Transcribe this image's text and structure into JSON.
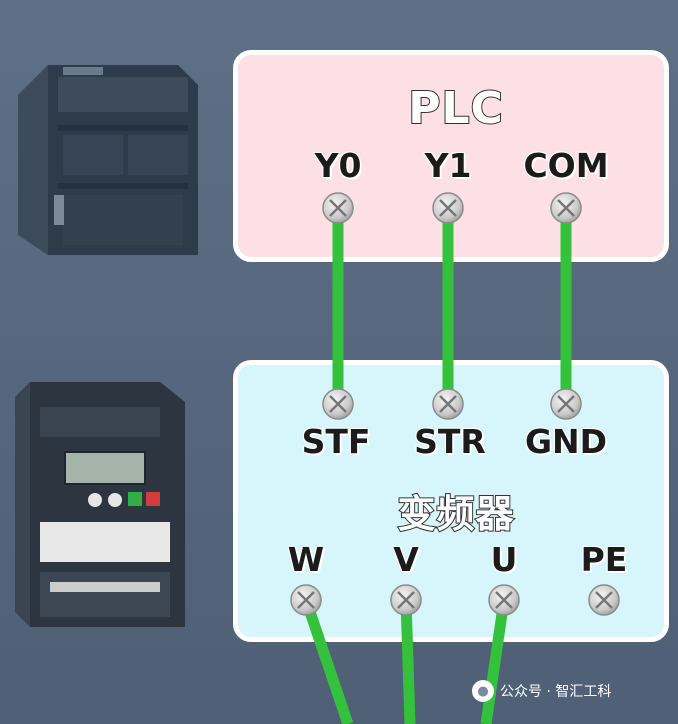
{
  "plc": {
    "title": "PLC",
    "terminals": [
      "Y0",
      "Y1",
      "COM"
    ]
  },
  "vfd": {
    "title": "变频器",
    "control_terminals": [
      "STF",
      "STR",
      "GND"
    ],
    "power_terminals": [
      "W",
      "V",
      "U",
      "PE"
    ]
  },
  "devices": {
    "plc_image": "plc-device-illustration",
    "vfd_image": "frequency-inverter-illustration"
  },
  "wire_color": "#34c23c",
  "watermark": "公众号 · 智汇工科"
}
